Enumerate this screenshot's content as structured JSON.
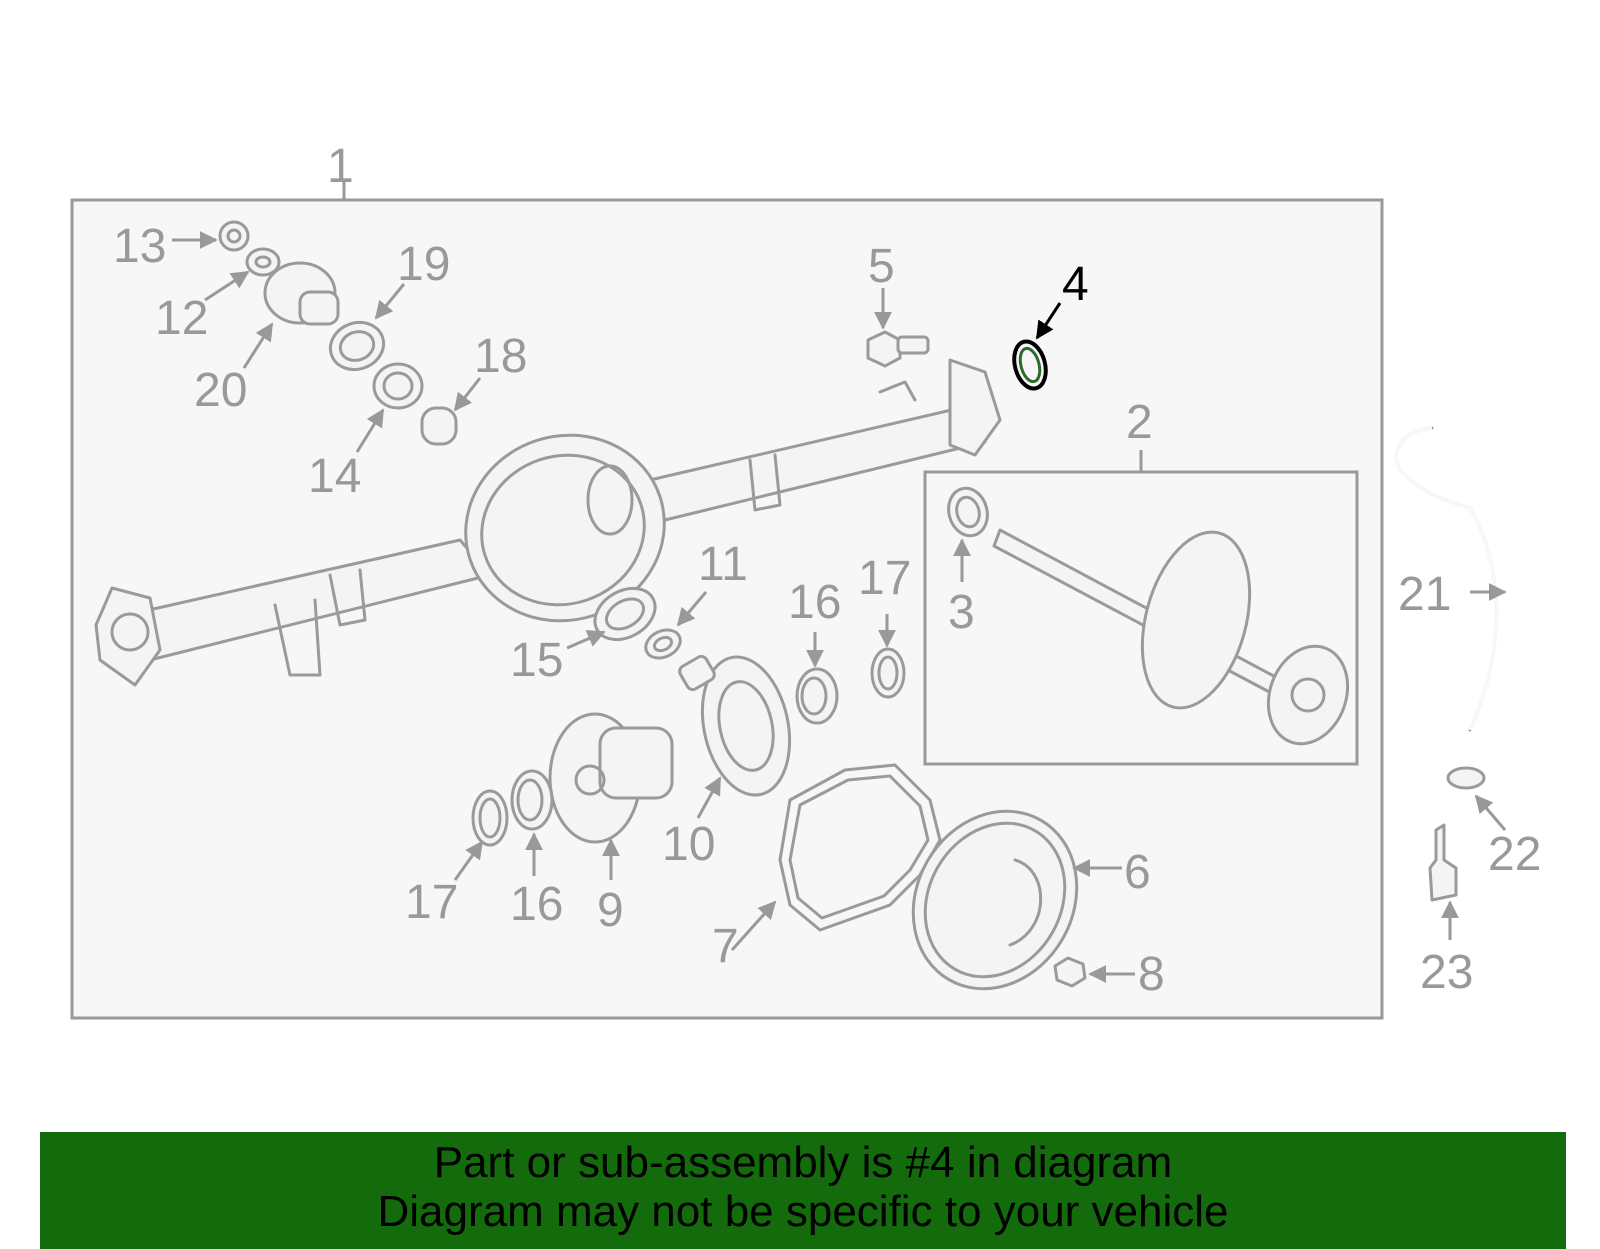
{
  "callouts": {
    "c1": "1",
    "c2": "2",
    "c3": "3",
    "c4": "4",
    "c5": "5",
    "c6": "6",
    "c7": "7",
    "c8": "8",
    "c9": "9",
    "c10": "10",
    "c11": "11",
    "c12": "12",
    "c13": "13",
    "c14": "14",
    "c15": "15",
    "c16a": "16",
    "c16b": "16",
    "c17a": "17",
    "c17b": "17",
    "c18": "18",
    "c19": "19",
    "c20": "20",
    "c21": "21",
    "c22": "22",
    "c23": "23"
  },
  "highlighted_part": "4",
  "colors": {
    "banner": "#136b0c",
    "parts": "#9a9a9a",
    "panel": "#f7f7f7",
    "highlight": "#000000"
  },
  "banner": {
    "line1": "Part or sub-assembly is #4 in diagram",
    "line2": "Diagram may not be specific to your vehicle"
  }
}
